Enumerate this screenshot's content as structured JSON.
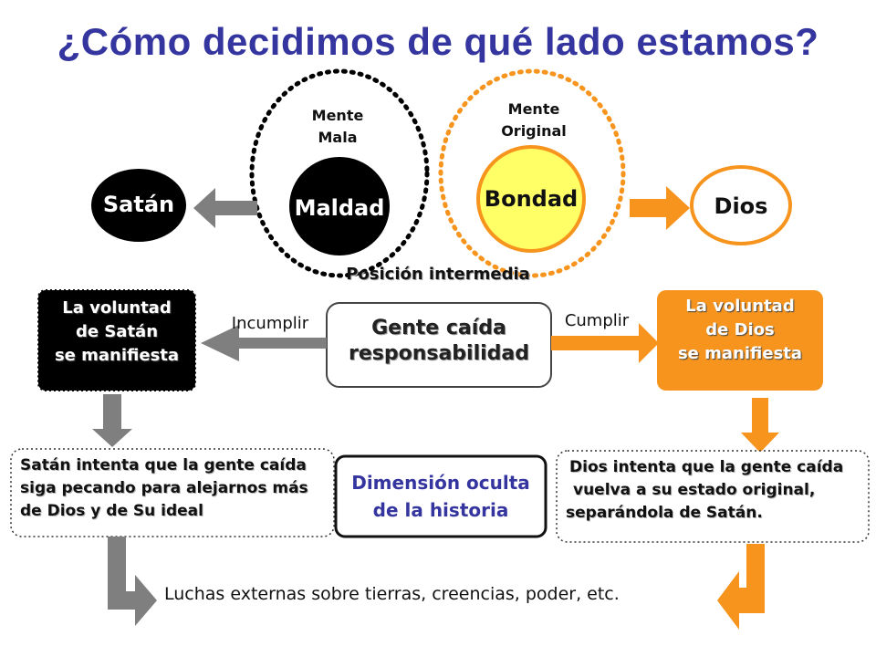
{
  "title": "¿Cómo decidimos de qué lado estamos?",
  "minds": {
    "bad": {
      "line1": "Mente",
      "line2": "Mala"
    },
    "original": {
      "line1": "Mente",
      "line2": "Original"
    }
  },
  "nodes": {
    "satan": "Satán",
    "maldad": "Maldad",
    "bondad": "Bondad",
    "dios": "Dios"
  },
  "middle_label": "Posición intermedia",
  "left_box": {
    "line1": "La voluntad",
    "line2": "de Satán",
    "line3": "se manifiesta"
  },
  "right_box": {
    "line1": "La voluntad",
    "line2": "de Dios",
    "line3": "se manifiesta"
  },
  "center_box": {
    "line1": "Gente caída",
    "line2": "responsabilidad"
  },
  "verbs": {
    "left": "Incumplir",
    "right": "Cumplir"
  },
  "hidden_box": {
    "line1": "Dimensión oculta",
    "line2": "de la historia"
  },
  "left_desc": {
    "line1": "Satán intenta que la gente caída",
    "line2": "siga pecando para alejarnos más",
    "line3": "de Dios y de Su ideal"
  },
  "right_desc": {
    "line1": "Dios intenta que la gente caída",
    "line2": "vuelva a su estado original,",
    "line3": "separándola de Satán."
  },
  "bottom_text": "Luchas externas sobre tierras, creencias,  poder, etc.",
  "colors": {
    "orange": "#f7941d",
    "gray": "#7f7f7f",
    "black": "#000000",
    "yellow": "#ffff66",
    "title": "#3535a0"
  }
}
